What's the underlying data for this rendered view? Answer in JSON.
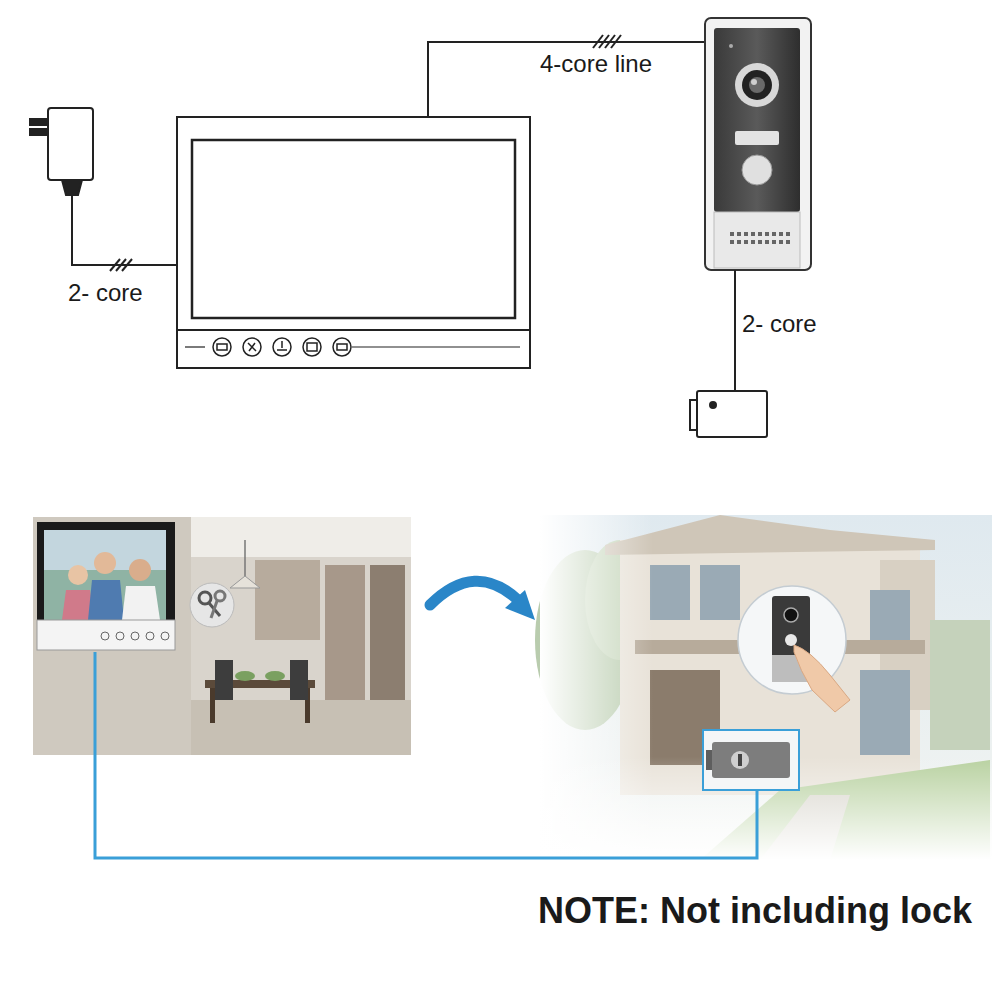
{
  "diagram": {
    "labels": [
      "2- core",
      "4-core line",
      "2- core",
      "NOTE: Not including lock"
    ]
  }
}
